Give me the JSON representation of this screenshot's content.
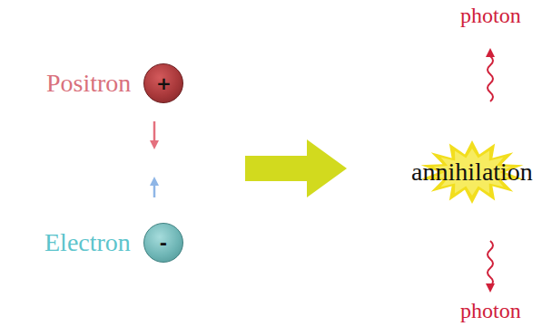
{
  "diagram": {
    "nodes": [
      {
        "text": [
          "Positron",
          "+"
        ]
      },
      {
        "text": [
          "Electron",
          "-"
        ]
      },
      {
        "text": [
          "annihilation"
        ]
      }
    ],
    "labels": [
      "photon",
      "photon"
    ]
  }
}
